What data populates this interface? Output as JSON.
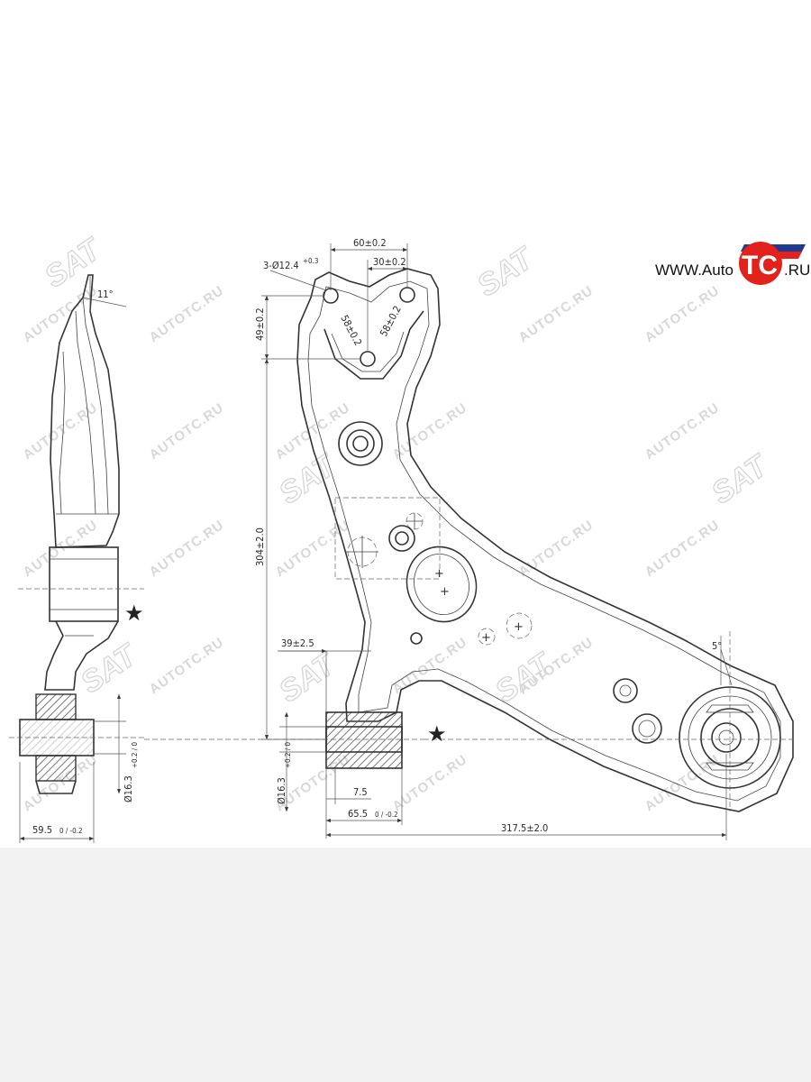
{
  "brand": {
    "prefix": "WWW.Auto",
    "emblem": "TC",
    "suffix": ".RU",
    "colors": {
      "red": "#e3231b",
      "blue": "#1e3a8f",
      "black": "#111111"
    }
  },
  "watermark": {
    "site": "AUTOTC.RU",
    "logo": "SAT"
  },
  "dimensions": {
    "width_60": "60±0.2",
    "width_30": "30±0.2",
    "holes": "3-Ø12.4",
    "holes_tol": "+0.3",
    "height_49": "49±0.2",
    "diag_58a": "58±0.2",
    "diag_58b": "58±0.2",
    "height_304": "304±2.0",
    "offset_39": "39±2.5",
    "bore_side": "Ø16.3",
    "bore_front": "Ø16.3",
    "bore_tol": "+0.2 / 0",
    "depth_7_5": "7.5",
    "width_65_5": "65.5",
    "width_65_tol": "0 / -0.2",
    "length_317_5": "317.5±2.0",
    "width_59_5": "59.5",
    "width_59_tol": "0 / -0.2",
    "angle_11": "11°",
    "angle_5": "5°"
  },
  "symbols": {
    "star": "★"
  }
}
